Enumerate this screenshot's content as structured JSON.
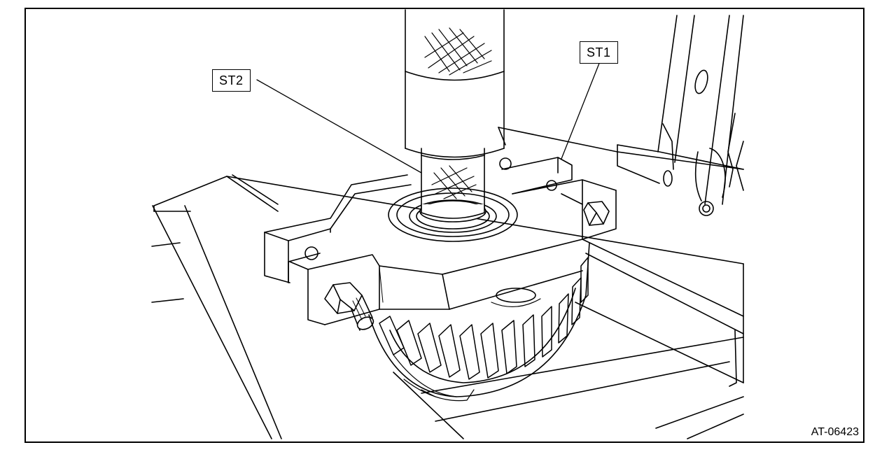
{
  "labels": {
    "st1": "ST1",
    "st2": "ST2"
  },
  "figure_id": "AT-06423",
  "colors": {
    "ink": "#000000",
    "paper": "#ffffff",
    "shade": "#d9d9d9"
  }
}
